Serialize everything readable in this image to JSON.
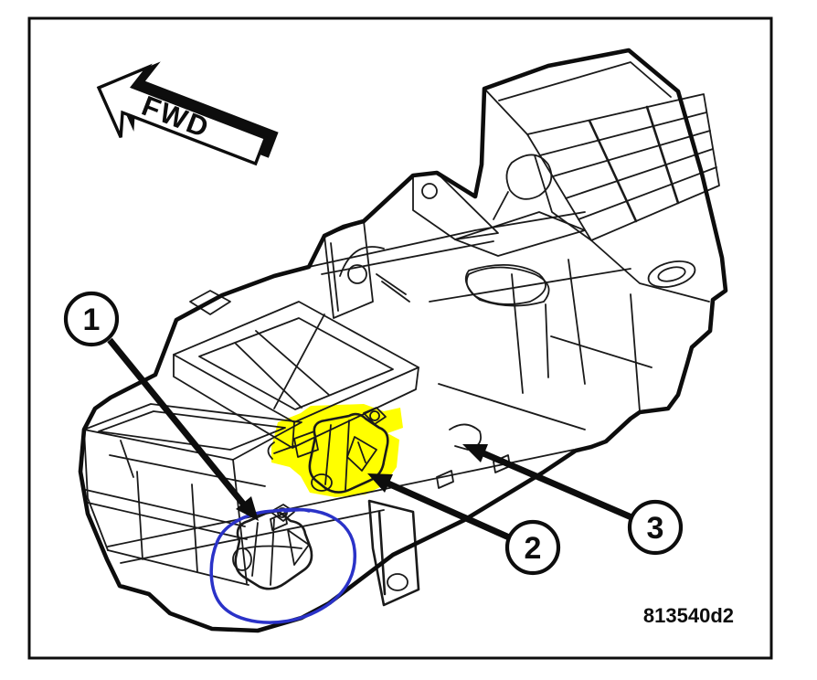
{
  "figure": {
    "direction_label": "FWD",
    "code": "813540d2"
  },
  "callouts": [
    {
      "number": "1"
    },
    {
      "number": "2"
    },
    {
      "number": "3"
    }
  ],
  "colors": {
    "line": "#1a1a1a",
    "highlight": "#ffff00",
    "annotation": "#2a32c8",
    "background": "#ffffff"
  }
}
